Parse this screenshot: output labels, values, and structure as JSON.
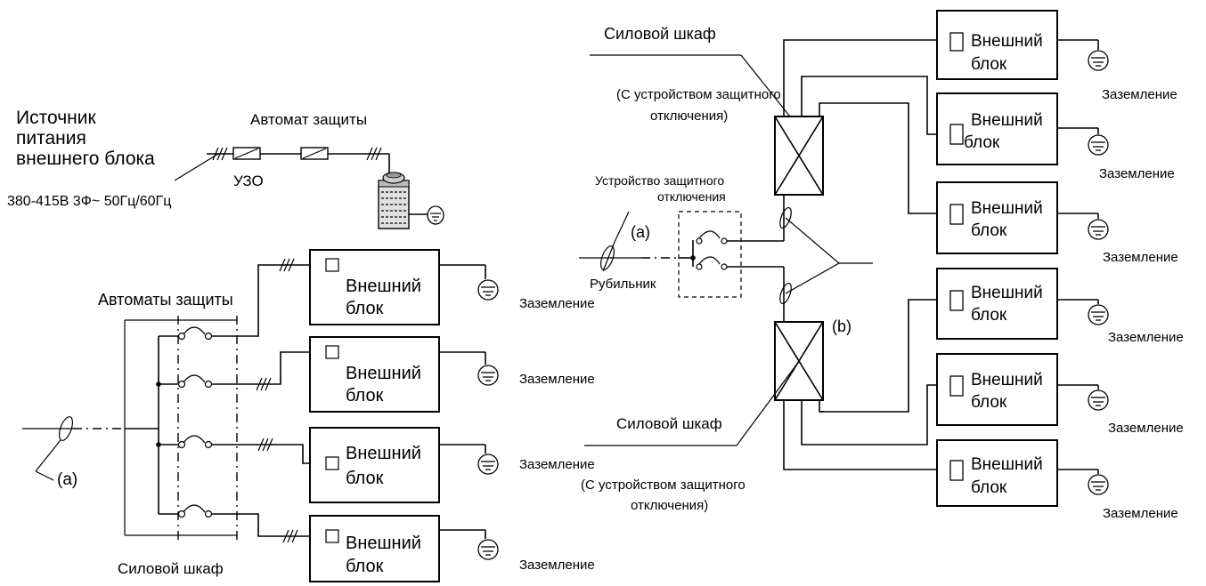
{
  "colors": {
    "line": "#000000",
    "background": "#ffffff",
    "unit_fill": "#d8d8d8"
  },
  "left": {
    "source": {
      "line1": "Источник",
      "line2": "питания",
      "line3": "внешнего блока"
    },
    "spec": "380-415В 3Ф~ 50Гц/60Гц",
    "breaker_label": "Автомат защиты",
    "rcd_label": "УЗО",
    "breakers_label": "Автоматы защиты",
    "cabinet_label": "Силовой шкаф",
    "switch_label": "(a)",
    "units": [
      {
        "line1": "Внешний",
        "line2": "блок",
        "earth": "Заземление"
      },
      {
        "line1": "Внешний",
        "line2": "блок",
        "earth": "Заземление"
      },
      {
        "line1": "Внешний",
        "line2": "блок",
        "earth": "Заземление"
      },
      {
        "line1": "Внешний",
        "line2": "блок",
        "earth": "Заземление"
      }
    ]
  },
  "right": {
    "cabinet_top": {
      "title": "Силовой шкаф",
      "note1": "(С устройством защитного",
      "note2": "отключения)"
    },
    "cabinet_bottom": {
      "title": "Силовой шкаф",
      "note1": "(С устройством защитного",
      "note2": "отключения)"
    },
    "rcd": {
      "line1": "Устройство защитного",
      "line2": "отключения"
    },
    "switch_a": "(a)",
    "switch_b": "(b)",
    "knife_switch": "Рубильник",
    "units": [
      {
        "line1": "Внешний",
        "line2": "блок",
        "earth": "Заземление"
      },
      {
        "line1": "Внешний",
        "line2": "блок",
        "earth": "Заземление"
      },
      {
        "line1": "Внешний",
        "line2": "блок",
        "earth": "Заземление"
      },
      {
        "line1": "Внешний",
        "line2": "блок",
        "earth": "Заземление"
      },
      {
        "line1": "Внешний",
        "line2": "блок",
        "earth": "Заземление"
      },
      {
        "line1": "Внешний",
        "line2": "блок",
        "earth": "Заземление"
      }
    ]
  }
}
